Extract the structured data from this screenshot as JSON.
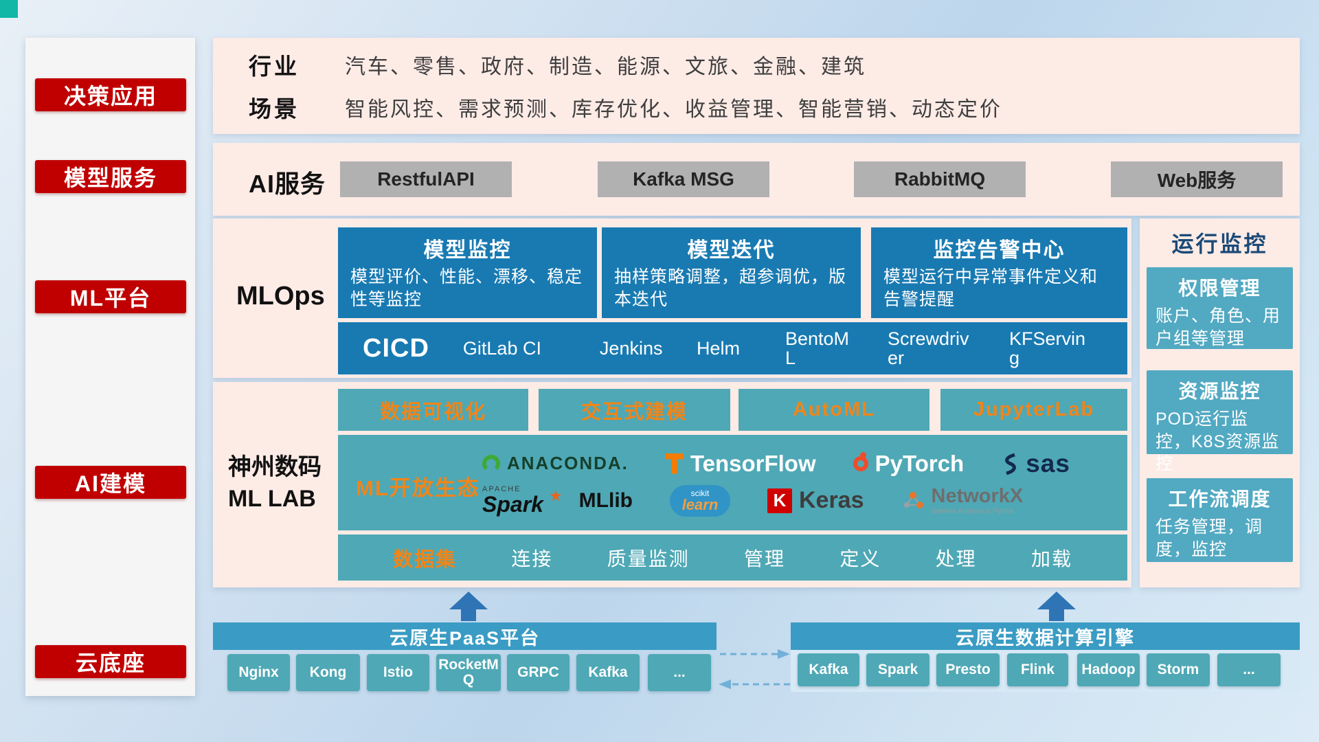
{
  "colors": {
    "sidebar_red": "#c00000",
    "panel_pink": "#fdebe6",
    "card_blue": "#197ab2",
    "teal": "#4fa8b5",
    "header_teal": "#3a9cc4",
    "accent_orange": "#f08519",
    "arrow_blue": "#2f74b5"
  },
  "sidebar": {
    "items": [
      {
        "label": "决策应用"
      },
      {
        "label": "模型服务"
      },
      {
        "label": "ML平台"
      },
      {
        "label": "AI建模"
      },
      {
        "label": "云底座"
      }
    ]
  },
  "industry": {
    "rows": [
      {
        "label": "行业",
        "value": "汽车、零售、政府、制造、能源、文旅、金融、建筑"
      },
      {
        "label": "场景",
        "value": "智能风控、需求预测、库存优化、收益管理、智能营销、动态定价"
      }
    ]
  },
  "ai_service": {
    "label": "AI服务",
    "buttons": [
      {
        "label": "RestfulAPI"
      },
      {
        "label": "Kafka MSG"
      },
      {
        "label": "RabbitMQ"
      },
      {
        "label": "Web服务"
      }
    ]
  },
  "mlops": {
    "label": "MLOps",
    "cards": [
      {
        "title": "模型监控",
        "desc": "模型评价、性能、漂移、稳定性等监控"
      },
      {
        "title": "模型迭代",
        "desc": "抽样策略调整，超参调优，版本迭代"
      },
      {
        "title": "监控告警中心",
        "desc": "模型运行中异常事件定义和告警提醒"
      }
    ],
    "cicd_label": "CICD",
    "cicd_tools": [
      {
        "name": "GitLab CI"
      },
      {
        "name": "Jenkins"
      },
      {
        "name": "Helm"
      },
      {
        "name": "BentoML"
      },
      {
        "name": "Screwdriver"
      },
      {
        "name": "KFServing"
      }
    ]
  },
  "mllab": {
    "label_line1": "神州数码",
    "label_line2": "ML LAB",
    "modules": [
      {
        "label": "数据可视化"
      },
      {
        "label": "交互式建模"
      },
      {
        "label": "AutoML"
      },
      {
        "label": "JupyterLab"
      }
    ],
    "eco_label": "ML开放生态",
    "logos": {
      "anaconda": "ANACONDA.",
      "tensorflow": "TensorFlow",
      "pytorch": "PyTorch",
      "sas": "sas",
      "spark_top": "APACHE",
      "spark": "Spark",
      "spark_star": "★",
      "mllib": "MLlib",
      "scikit_top": "scikit",
      "scikit_word": "learn",
      "keras_k": "K",
      "keras": "Keras",
      "networkx": "NetworkX",
      "networkx_sub": "Network Analysis in Python"
    },
    "dataset": {
      "label": "数据集",
      "items": [
        {
          "label": "连接"
        },
        {
          "label": "质量监测"
        },
        {
          "label": "管理"
        },
        {
          "label": "定义"
        },
        {
          "label": "处理"
        },
        {
          "label": "加载"
        }
      ]
    }
  },
  "monitoring": {
    "title": "运行监控",
    "cards": [
      {
        "title": "权限管理",
        "desc": "账户、角色、用户组等管理"
      },
      {
        "title": "资源监控",
        "desc": "POD运行监控，K8S资源监控"
      },
      {
        "title": "工作流调度",
        "desc": "任务管理，调度，监控"
      }
    ]
  },
  "cloud_base": {
    "paas": {
      "title": "云原生PaaS平台",
      "items": [
        {
          "label": "Nginx"
        },
        {
          "label": "Kong"
        },
        {
          "label": "Istio"
        },
        {
          "label": "RocketMQ"
        },
        {
          "label": "GRPC"
        },
        {
          "label": "Kafka"
        },
        {
          "label": "..."
        }
      ]
    },
    "engine": {
      "title": "云原生数据计算引擎",
      "items": [
        {
          "label": "Kafka"
        },
        {
          "label": "Spark"
        },
        {
          "label": "Presto"
        },
        {
          "label": "Flink"
        },
        {
          "label": "Hadoop"
        },
        {
          "label": "Storm"
        },
        {
          "label": "..."
        }
      ]
    }
  }
}
